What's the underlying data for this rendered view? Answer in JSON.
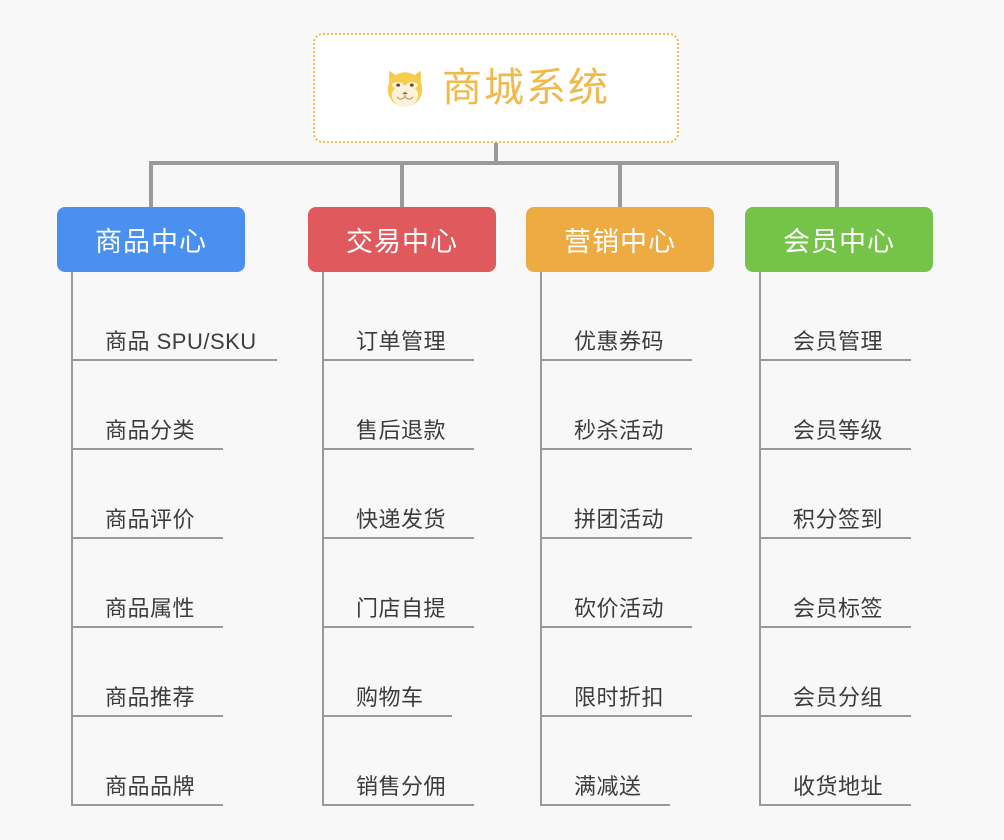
{
  "diagram": {
    "type": "org-chart",
    "background_color": "#f8f8f8",
    "root": {
      "title": "商城系统",
      "icon": "shiba-dog-face-icon",
      "border_color": "#f0b952",
      "text_color": "#f0b94c",
      "background_color": "#ffffff"
    },
    "branches": [
      {
        "label": "商品中心",
        "color": "#4a90f0",
        "items": [
          "商品 SPU/SKU",
          "商品分类",
          "商品评价",
          "商品属性",
          "商品推荐",
          "商品品牌"
        ]
      },
      {
        "label": "交易中心",
        "color": "#e0595c",
        "items": [
          "订单管理",
          "售后退款",
          "快递发货",
          "门店自提",
          "购物车",
          "销售分佣"
        ]
      },
      {
        "label": "营销中心",
        "color": "#eeab41",
        "items": [
          "优惠券码",
          "秒杀活动",
          "拼团活动",
          "砍价活动",
          "限时折扣",
          "满减送"
        ]
      },
      {
        "label": "会员中心",
        "color": "#76c34a",
        "items": [
          "会员管理",
          "会员等级",
          "积分签到",
          "会员标签",
          "会员分组",
          "收货地址"
        ]
      }
    ],
    "connector_color": "#9a9a9a"
  }
}
